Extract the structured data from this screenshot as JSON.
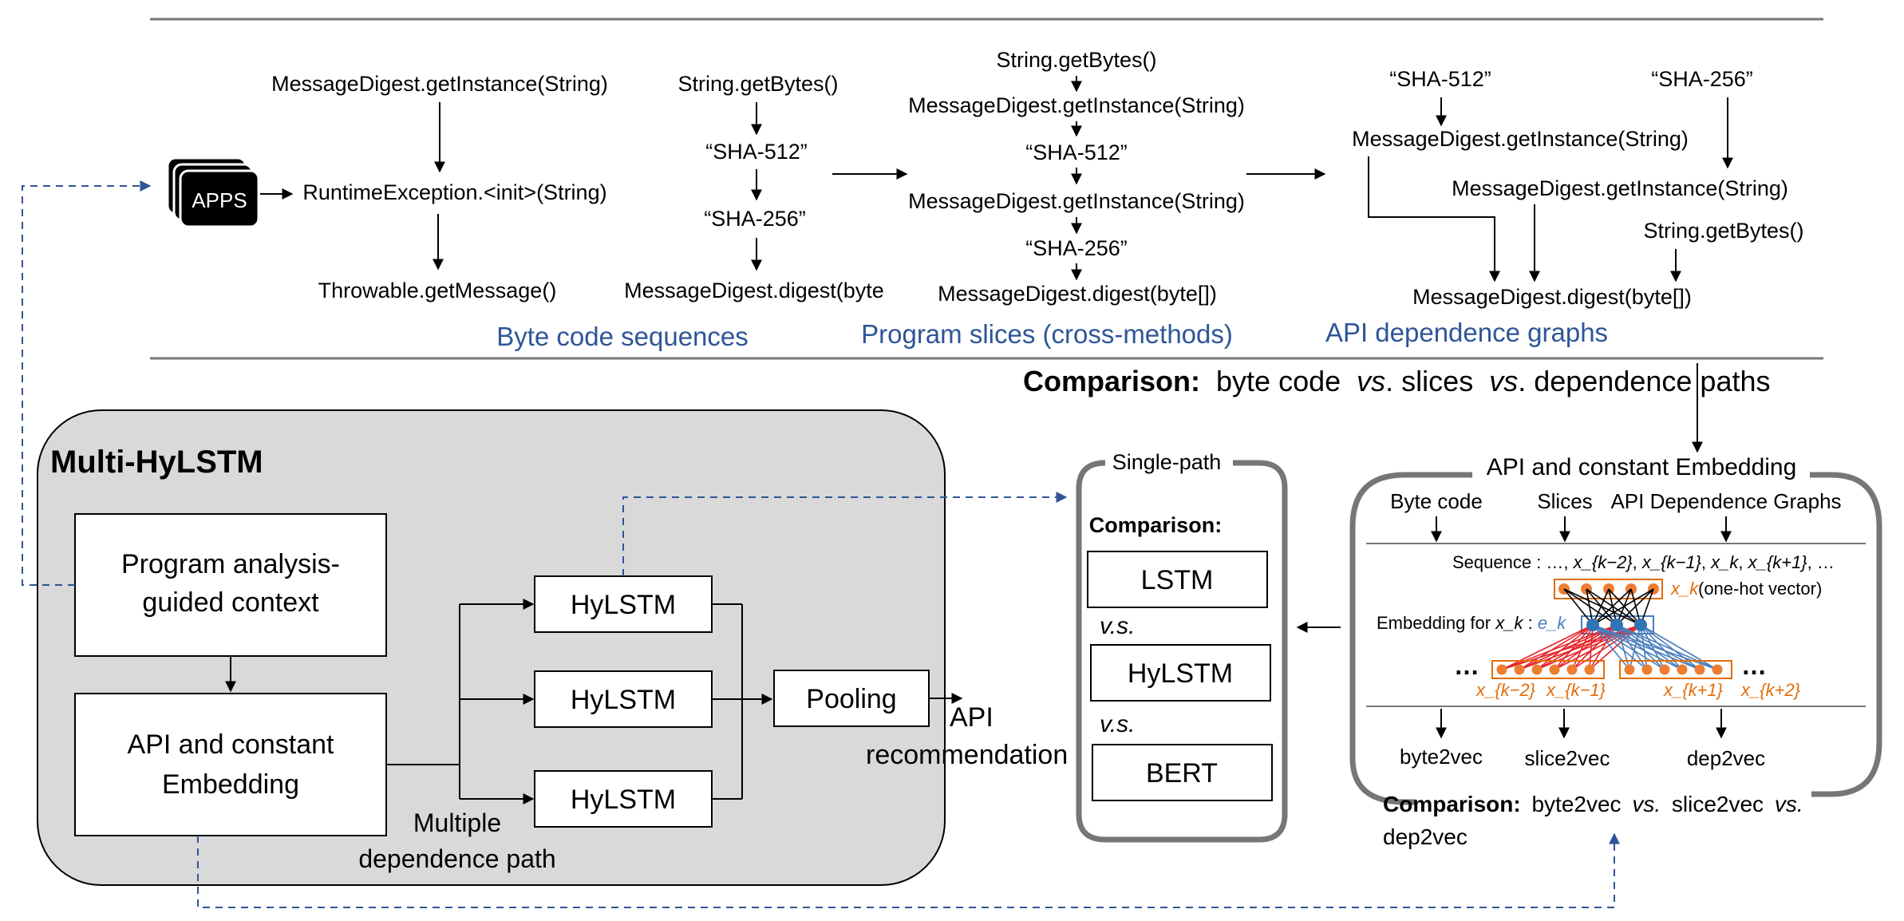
{
  "top": {
    "apps_label": "APPS",
    "bytecode": {
      "title": "Byte code sequences",
      "nodes": [
        "MessageDigest.getInstance(String)",
        "RuntimeException.<init>(String)",
        "Throwable.getMessage()"
      ]
    },
    "sequence": {
      "nodes": [
        "String.getBytes()",
        "“SHA-512”",
        "“SHA-256”",
        "MessageDigest.digest(byte"
      ]
    },
    "slices": {
      "title": "Program slices (cross-methods)",
      "nodes": [
        "String.getBytes()",
        "MessageDigest.getInstance(String)",
        "“SHA-512”",
        "MessageDigest.getInstance(String)",
        "“SHA-256”",
        "MessageDigest.digest(byte[])"
      ]
    },
    "graphs": {
      "title": "API dependence graphs",
      "nodes": [
        "“SHA-512”",
        "“SHA-256”",
        "MessageDigest.getInstance(String)",
        "MessageDigest.getInstance(String)",
        "String.getBytes()",
        "MessageDigest.digest(byte[])"
      ]
    },
    "comparison_bold": "Comparison:",
    "comparison_text": [
      "byte code",
      "vs",
      ". slices",
      "vs",
      ". dependence paths"
    ]
  },
  "multi": {
    "title": "Multi-HyLSTM",
    "context_box": [
      "Program analysis-",
      "guided context"
    ],
    "embedding_box": [
      "API and constant",
      "Embedding"
    ],
    "hylstm_label": "HyLSTM",
    "pooling_label": "Pooling",
    "output_label": [
      "API",
      "recommendation"
    ],
    "multipath_label": [
      "Multiple",
      "dependence path"
    ]
  },
  "single": {
    "title": "Single-path",
    "comparison": "Comparison:",
    "models": [
      "LSTM",
      "HyLSTM",
      "BERT"
    ],
    "vs": "v.s."
  },
  "embedding": {
    "title": "API and constant Embedding",
    "columns": [
      "Byte code",
      "Slices",
      "API Dependence Graphs"
    ],
    "sequence_prefix": "Sequence : …, ",
    "sequence_terms": [
      "x_{k−2}",
      "x_{k−1}",
      "x_k",
      "x_{k+1}"
    ],
    "sequence_suffix": ", …",
    "onehot_label": "(one-hot vector)",
    "embedding_label": "Embedding for",
    "ek_label": "e_k",
    "context_labels": [
      "x_{k−2}",
      "x_{k−1}",
      "x_{k+1}",
      "x_{k+2}"
    ],
    "ellipsis": "…",
    "outputs": [
      "byte2vec",
      "slice2vec",
      "dep2vec"
    ],
    "comparison_bold": "Comparison:",
    "comparison_parts": [
      "byte2vec",
      "vs.",
      "slice2vec",
      "vs."
    ],
    "comparison_line2": "dep2vec"
  }
}
